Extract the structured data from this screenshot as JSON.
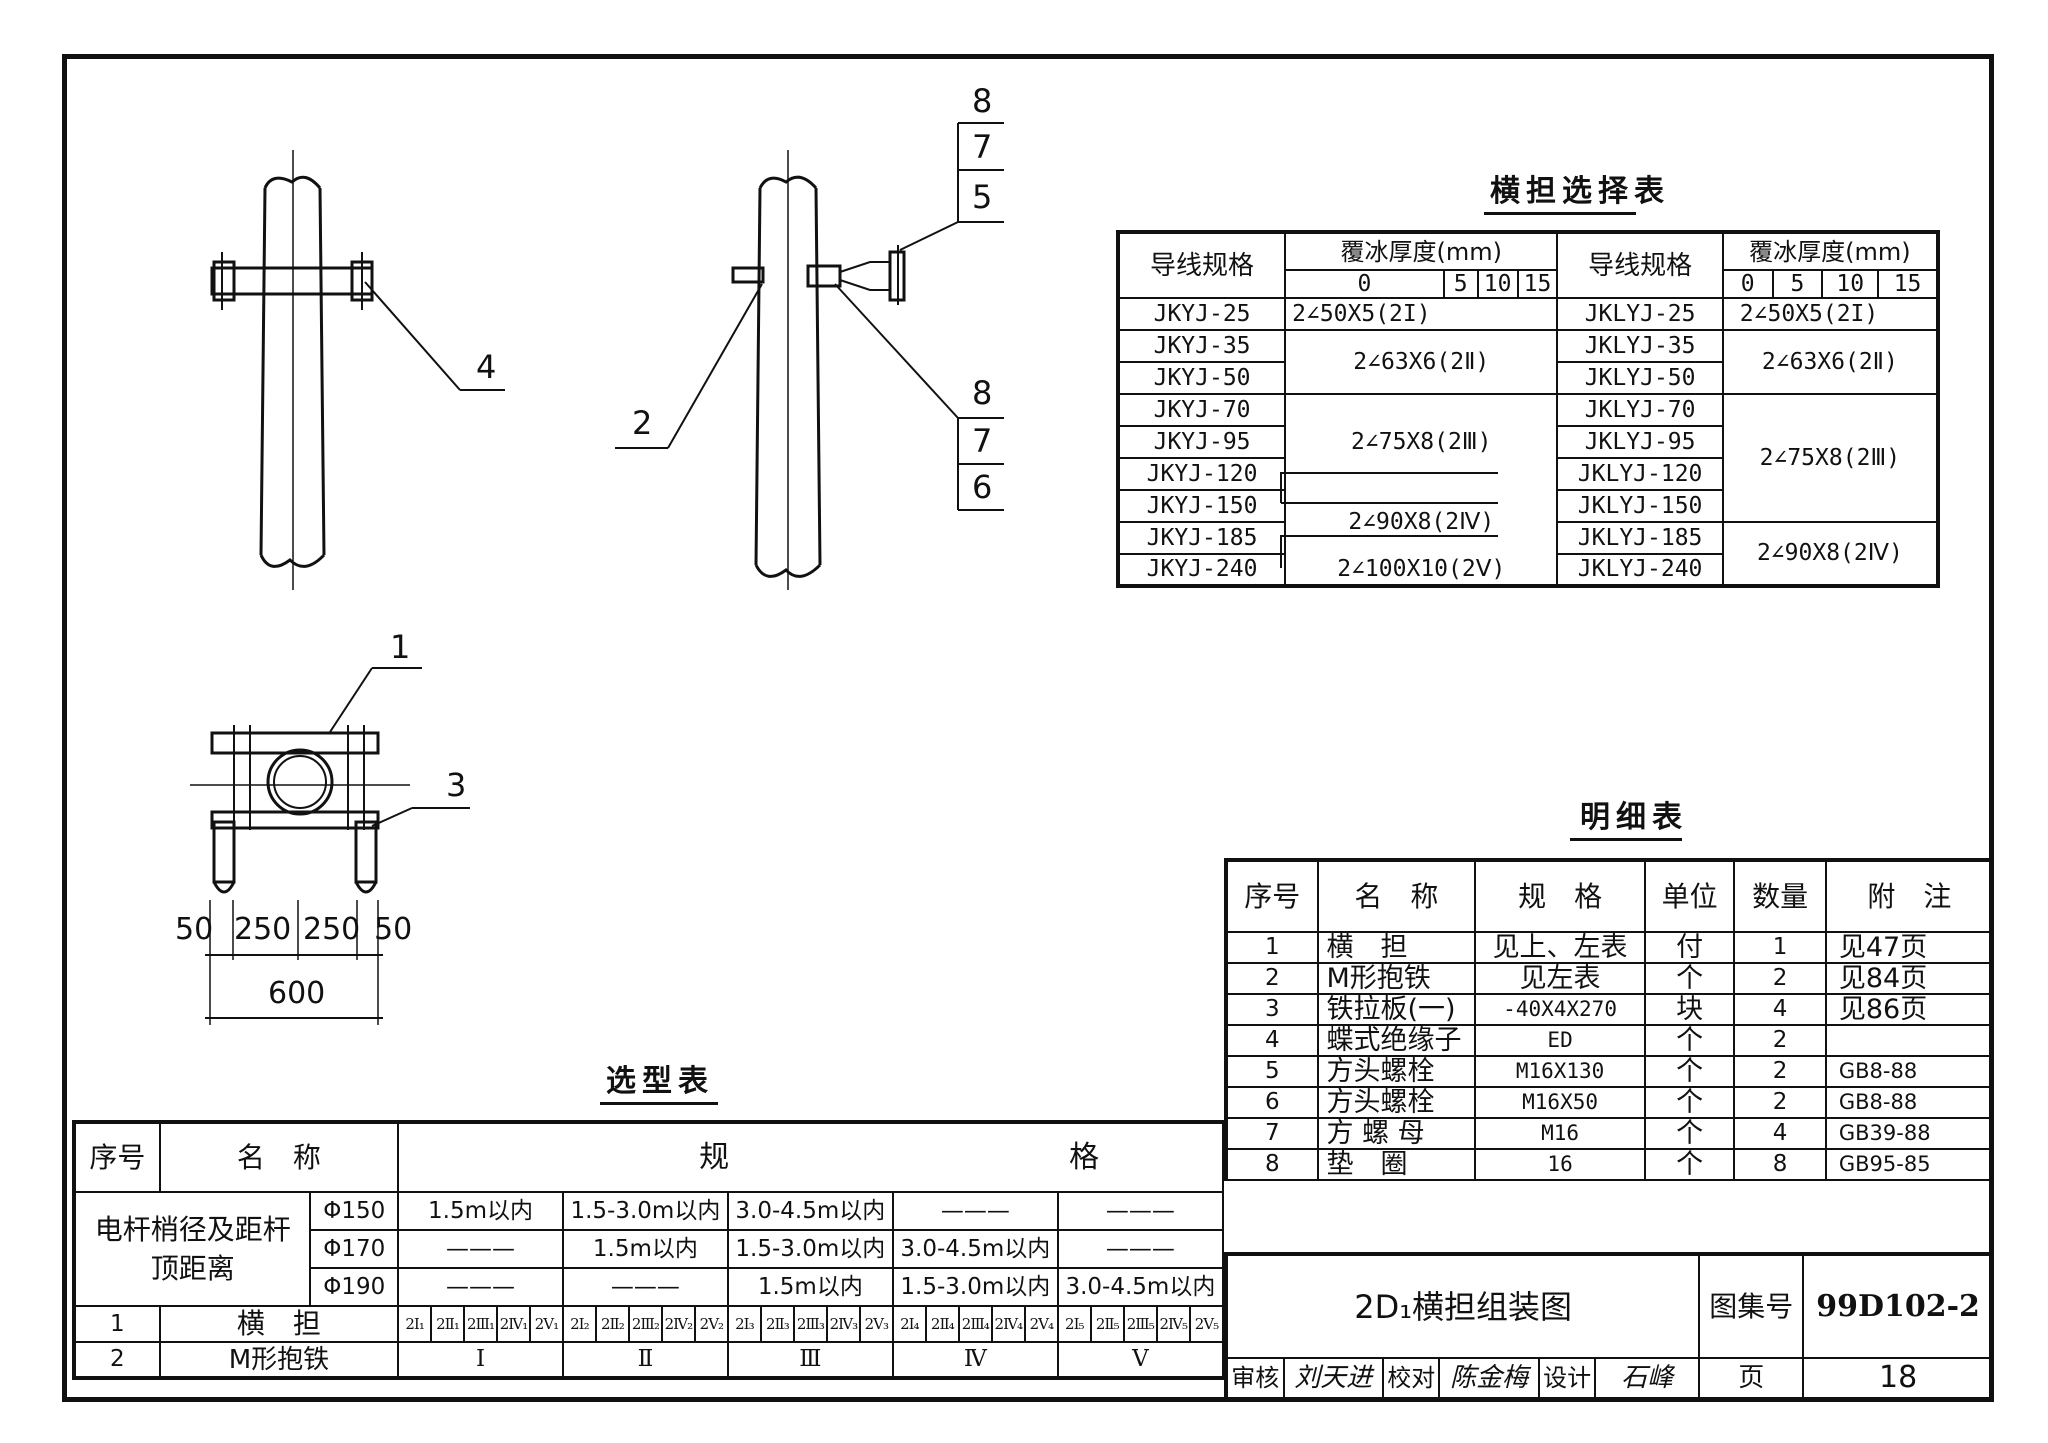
{
  "callouts": {
    "n1": "1",
    "n2": "2",
    "n3": "3",
    "n4": "4",
    "n5": "5",
    "n6": "6",
    "n7a": "7",
    "n7b": "7",
    "n8a": "8",
    "n8b": "8"
  },
  "dimensions": {
    "d50a": "50",
    "d250a": "250",
    "d250b": "250",
    "d50b": "50",
    "total": "600"
  },
  "crossarm_table": {
    "title": "横担选择表",
    "head_spec": "导线规格",
    "head_ice": "覆冰厚度(mm)",
    "ice_cols": [
      "0",
      "5",
      "10",
      "15"
    ],
    "left_specs": [
      "JKYJ-25",
      "JKYJ-35",
      "JKYJ-50",
      "JKYJ-70",
      "JKYJ-95",
      "JKYJ-120",
      "JKYJ-150",
      "JKYJ-185",
      "JKYJ-240"
    ],
    "right_specs": [
      "JKLYJ-25",
      "JKLYJ-35",
      "JKLYJ-50",
      "JKLYJ-70",
      "JKLYJ-95",
      "JKLYJ-120",
      "JKLYJ-150",
      "JKLYJ-185",
      "JKLYJ-240"
    ],
    "left_values": [
      "2∠50X5(2I)",
      "2∠63X6(2Ⅱ)",
      "2∠75X8(2Ⅲ)",
      "2∠90X8(2Ⅳ)",
      "2∠100X10(2Ⅴ)"
    ],
    "right_values": [
      "2∠50X5(2I)",
      "2∠63X6(2Ⅱ)",
      "2∠75X8(2Ⅲ)",
      "2∠90X8(2Ⅳ)"
    ]
  },
  "detail_table": {
    "title": "明细表",
    "headers": [
      "序号",
      "名　称",
      "规　格",
      "单位",
      "数量",
      "附　注"
    ],
    "rows": [
      [
        "1",
        "横　担",
        "见上、左表",
        "付",
        "1",
        "见47页"
      ],
      [
        "2",
        "M形抱铁",
        "见左表",
        "个",
        "2",
        "见84页"
      ],
      [
        "3",
        "铁拉板(一)",
        "-40X4X270",
        "块",
        "4",
        "见86页"
      ],
      [
        "4",
        "蝶式绝缘子",
        "ED",
        "个",
        "2",
        ""
      ],
      [
        "5",
        "方头螺栓",
        "M16X130",
        "个",
        "2",
        "GB8-88"
      ],
      [
        "6",
        "方头螺栓",
        "M16X50",
        "个",
        "2",
        "GB8-88"
      ],
      [
        "7",
        "方 螺 母",
        "M16",
        "个",
        "4",
        "GB39-88"
      ],
      [
        "8",
        "垫　圈",
        "16",
        "个",
        "8",
        "GB95-85"
      ]
    ]
  },
  "selection_table": {
    "title": "选型表",
    "h_no": "序号",
    "h_name": "名　称",
    "h_spec": "规",
    "h_spec2": "格",
    "pole_label": "电杆梢径及距杆顶距离",
    "diameters": [
      "Φ150",
      "Φ170",
      "Φ190"
    ],
    "ranges": [
      [
        "1.5m以内",
        "1.5-3.0m以内",
        "3.0-4.5m以内",
        "———",
        "———"
      ],
      [
        "———",
        "1.5m以内",
        "1.5-3.0m以内",
        "3.0-4.5m以内",
        "———"
      ],
      [
        "———",
        "———",
        "1.5m以内",
        "1.5-3.0m以内",
        "3.0-4.5m以内"
      ]
    ],
    "row1_no": "1",
    "row1_name": "横　担",
    "row1_codes": [
      "2I₁",
      "2Ⅱ₁",
      "2Ⅲ₁",
      "2Ⅳ₁",
      "2Ⅴ₁",
      "2I₂",
      "2Ⅱ₂",
      "2Ⅲ₂",
      "2Ⅳ₂",
      "2Ⅴ₂",
      "2I₃",
      "2Ⅱ₃",
      "2Ⅲ₃",
      "2Ⅳ₃",
      "2Ⅴ₃",
      "2I₄",
      "2Ⅱ₄",
      "2Ⅲ₄",
      "2Ⅳ₄",
      "2Ⅴ₄",
      "2I₅",
      "2Ⅱ₅",
      "2Ⅲ₅",
      "2Ⅳ₅",
      "2Ⅴ₅"
    ],
    "row2_no": "2",
    "row2_name": "M形抱铁",
    "row2_codes": [
      "Ⅰ",
      "Ⅱ",
      "Ⅲ",
      "Ⅳ",
      "Ⅴ"
    ]
  },
  "title_block": {
    "drawing_title": "2D₁横担组装图",
    "atlas_label": "图集号",
    "atlas_no": "99D102-2",
    "review_label": "审核",
    "review_sig": "刘天进",
    "check_label": "校对",
    "check_sig": "陈金梅",
    "design_label": "设计",
    "design_sig": "石峰",
    "page_label": "页",
    "page_no": "18"
  }
}
